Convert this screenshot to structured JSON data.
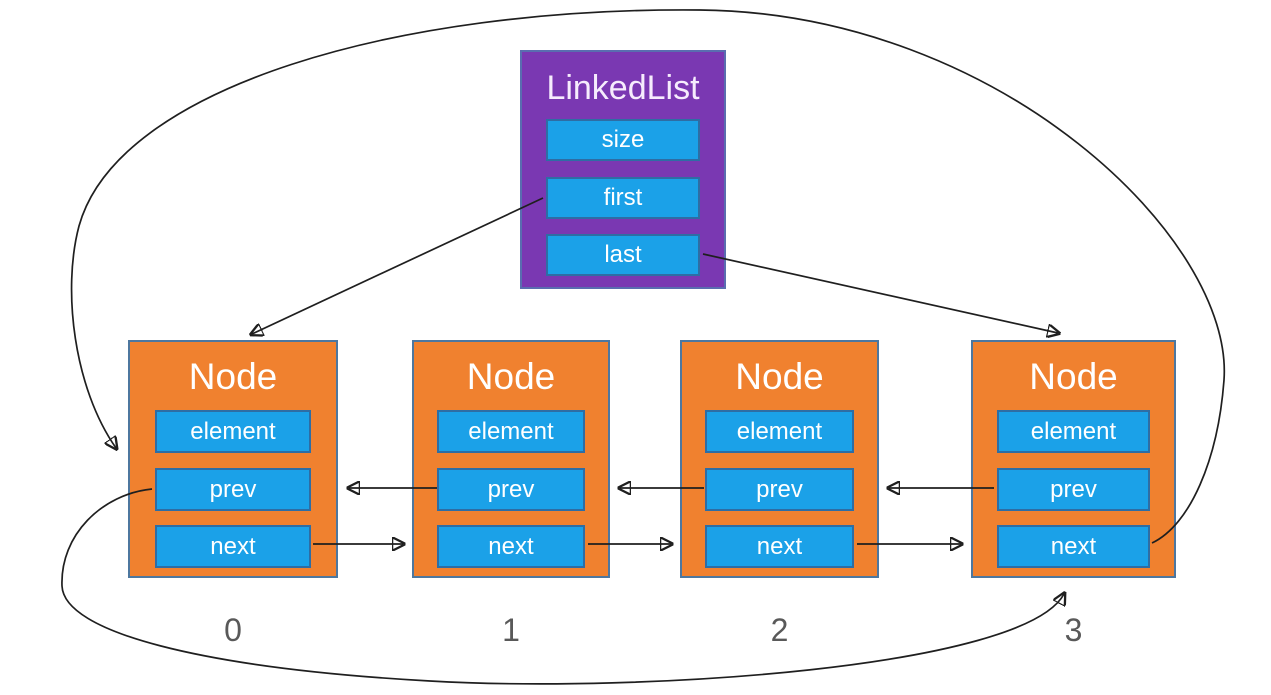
{
  "diagram": {
    "kind": "doubly-linked-list structure diagram",
    "background": "#FFFFFF"
  },
  "colors": {
    "linkedlist_box": "#7A38B2",
    "node_box": "#F0812F",
    "field_box": "#1BA1E8",
    "field_text": "#FFFFFF",
    "arrow": "#1F1F1F",
    "index_label": "#595959"
  },
  "linkedlist": {
    "title": "LinkedList",
    "fields": [
      "size",
      "first",
      "last"
    ]
  },
  "nodes": [
    {
      "title": "Node",
      "fields": [
        "element",
        "prev",
        "next"
      ],
      "index": "0"
    },
    {
      "title": "Node",
      "fields": [
        "element",
        "prev",
        "next"
      ],
      "index": "1"
    },
    {
      "title": "Node",
      "fields": [
        "element",
        "prev",
        "next"
      ],
      "index": "2"
    },
    {
      "title": "Node",
      "fields": [
        "element",
        "prev",
        "next"
      ],
      "index": "3"
    }
  ],
  "edges": [
    {
      "from": "LinkedList.first",
      "to": "Node 0"
    },
    {
      "from": "LinkedList.last",
      "to": "Node 3"
    },
    {
      "from": "Node 1.prev",
      "to": "Node 0"
    },
    {
      "from": "Node 2.prev",
      "to": "Node 1"
    },
    {
      "from": "Node 3.prev",
      "to": "Node 2"
    },
    {
      "from": "Node 0.next",
      "to": "Node 1"
    },
    {
      "from": "Node 1.next",
      "to": "Node 2"
    },
    {
      "from": "Node 2.next",
      "to": "Node 3"
    },
    {
      "from": "Node 3.next",
      "to": "Node 0",
      "route": "wrap-around over the top"
    },
    {
      "from": "Node 0.prev",
      "to": "Node 3",
      "route": "wrap-around under the bottom"
    }
  ]
}
